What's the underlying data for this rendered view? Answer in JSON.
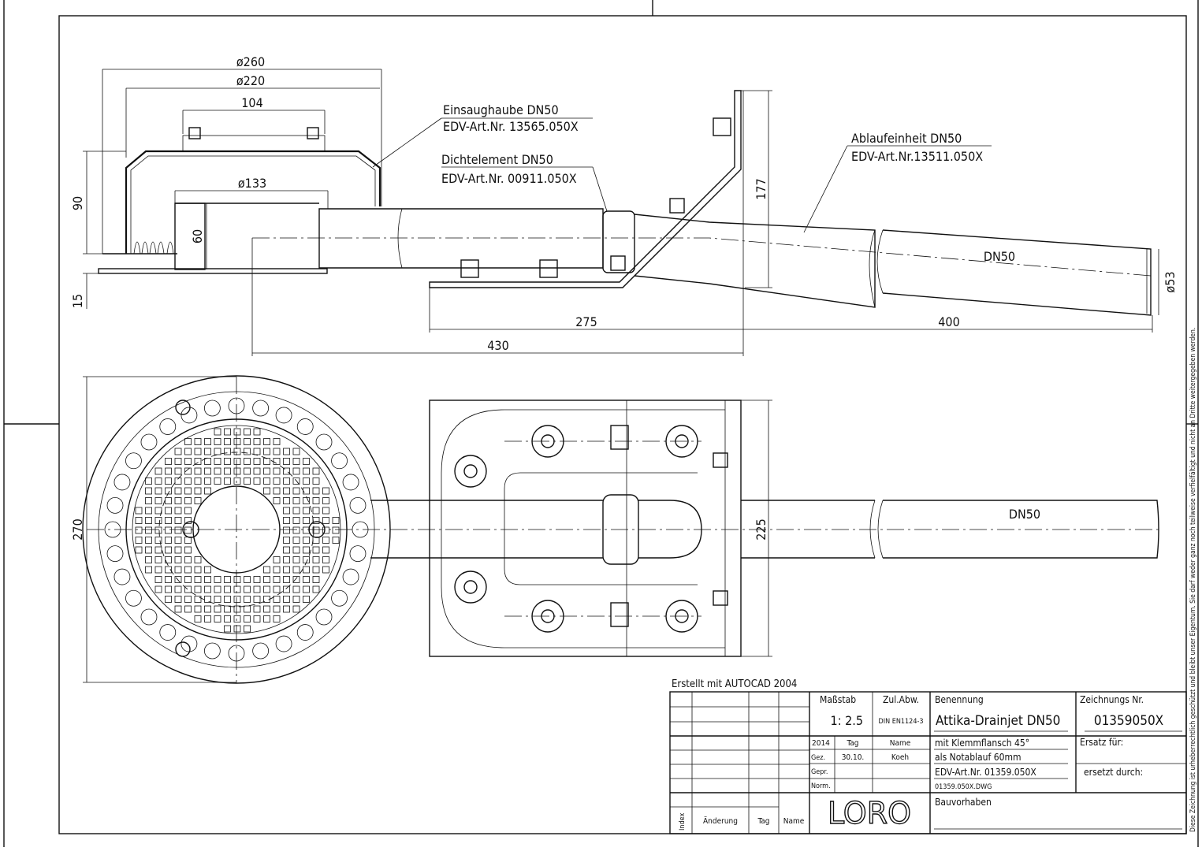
{
  "side_view": {
    "dims": {
      "d260": "ø260",
      "d220": "ø220",
      "w104": "104",
      "d133": "ø133",
      "h90": "90",
      "h60": "60",
      "h15": "15",
      "h177": "177",
      "l275": "275",
      "l400": "400",
      "l430": "430",
      "d53": "ø53",
      "dn50": "DN50"
    },
    "callouts": [
      {
        "name": "Einsaughaube DN50",
        "art": "EDV-Art.Nr. 13565.050X"
      },
      {
        "name": "Dichtelement DN50",
        "art": "EDV-Art.Nr. 00911.050X"
      },
      {
        "name": "Ablaufeinheit DN50",
        "art": "EDV-Art.Nr.13511.050X"
      }
    ]
  },
  "top_view": {
    "dims": {
      "h270": "270",
      "h225": "225",
      "dn50": "DN50"
    }
  },
  "title_block": {
    "created_with": "Erstellt mit AUTOCAD 2004",
    "massstab_label": "Maßstab",
    "massstab_value": "1: 2.5",
    "zul_abw_label": "Zul.Abw.",
    "zul_abw_value": "DIN EN1124-3",
    "benennung_label": "Benennung",
    "benennung_value": "Attika-Drainjet DN50",
    "zeichnungs_nr_label": "Zeichnungs Nr.",
    "zeichnungs_nr_value": "01359050X",
    "year": "2014",
    "tag_label": "Tag",
    "name_label": "Name",
    "gez_label": "Gez.",
    "gez_tag": "30.10.",
    "gez_name": "Koeh",
    "gepr_label": "Gepr.",
    "norm_label": "Norm.",
    "desc_lines": [
      "mit Klemmflansch 45°",
      "als Notablauf 60mm",
      "EDV-Art.Nr. 01359.050X",
      "01359.050X.DWG"
    ],
    "ersatz_fuer": "Ersatz für:",
    "ersetzt_durch": "ersetzt durch:",
    "bauvorhaben": "Bauvorhaben",
    "index_label": "Index",
    "aenderung_label": "Änderung",
    "rev_tag_label": "Tag",
    "rev_name_label": "Name",
    "logo": "LORO"
  },
  "copyright_notice": "Diese Zeichnung ist urheberrechtlich geschützt und bleibt unser Eigentum. Sie darf weder ganz noch teilweise verfielfältigt und nicht an Dritte weitergegeben werden."
}
